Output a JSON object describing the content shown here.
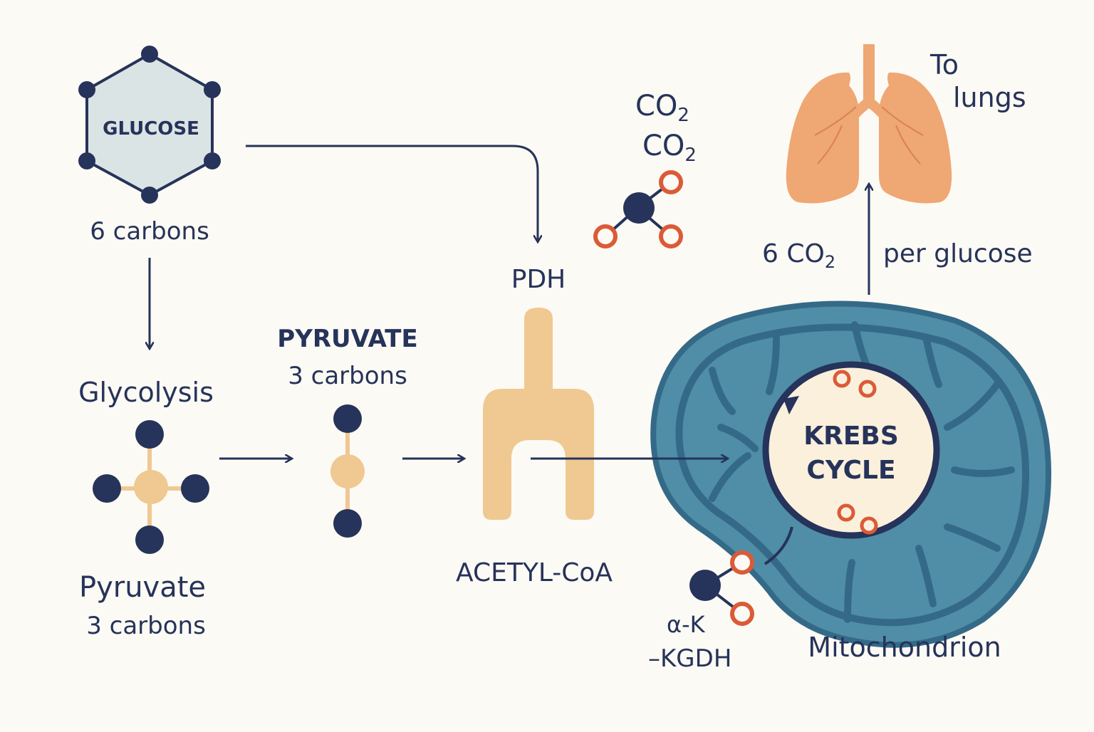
{
  "labels": {
    "glucose": "GLUCOSE",
    "six_carbons": "6 carbons",
    "glycolysis": "Glycolysis",
    "pyruvate_left": "Pyruvate",
    "pyruvate_left_sub": "3 carbons",
    "pyruvate_mid": "PYRUVATE",
    "pyruvate_mid_sub": "3 carbons",
    "pdh": "PDH",
    "acetyl_coa": "ACETYL-CoA",
    "co2_line1": "CO",
    "co2_line1_sub": "2",
    "co2_line2": "CO",
    "co2_line2_sub": "2",
    "to_lungs_1": "To",
    "to_lungs_2": "lungs",
    "six_co2": "6 CO",
    "six_co2_sub": "2",
    "per_glucose": "per glucose",
    "krebs_1": "KREBS",
    "krebs_2": "CYCLE",
    "mitochondrion": "Mitochondrion",
    "alpha_k": "α-K",
    "kgdh": "–KGDH"
  },
  "colors": {
    "navy": "#26335a",
    "tan": "#f0c892",
    "orange": "#db5b37",
    "lung": "#efa774",
    "mito_outer": "#4f8ea6",
    "mito_inner": "#346a88",
    "krebs_fill": "#fbf0dc",
    "glucose_fill": "#dbe4e4",
    "background": "#fcfaf4"
  }
}
